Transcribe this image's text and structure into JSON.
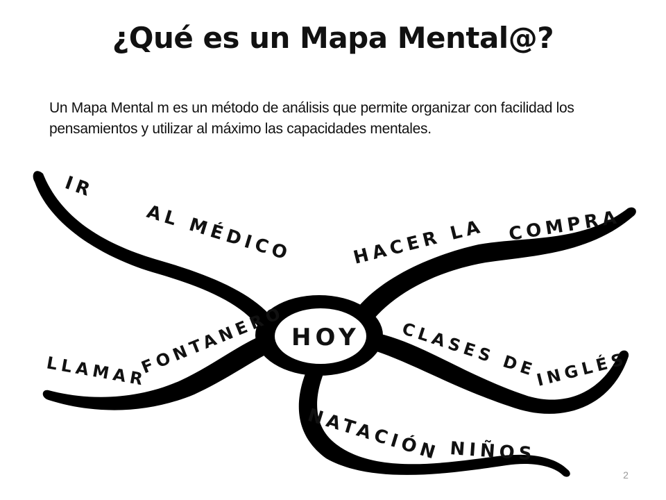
{
  "title": "¿Qué es un Mapa Mental@?",
  "intro": "Un Mapa Mental m es un método de análisis que permite organizar con facilidad los pensamientos y utilizar al máximo las capacidades mentales.",
  "map": {
    "center": "HOY",
    "branches": {
      "top_left": [
        "IR",
        "AL MÉDICO"
      ],
      "top_right": [
        "HACER LA",
        "COMPRA"
      ],
      "left": [
        "LLAMAR",
        "FONTANERO"
      ],
      "right": [
        "CLASES DE",
        "INGLÉS"
      ],
      "bottom": [
        "NATACIÓN",
        "NIÑOS"
      ]
    }
  },
  "slide_number": "2"
}
